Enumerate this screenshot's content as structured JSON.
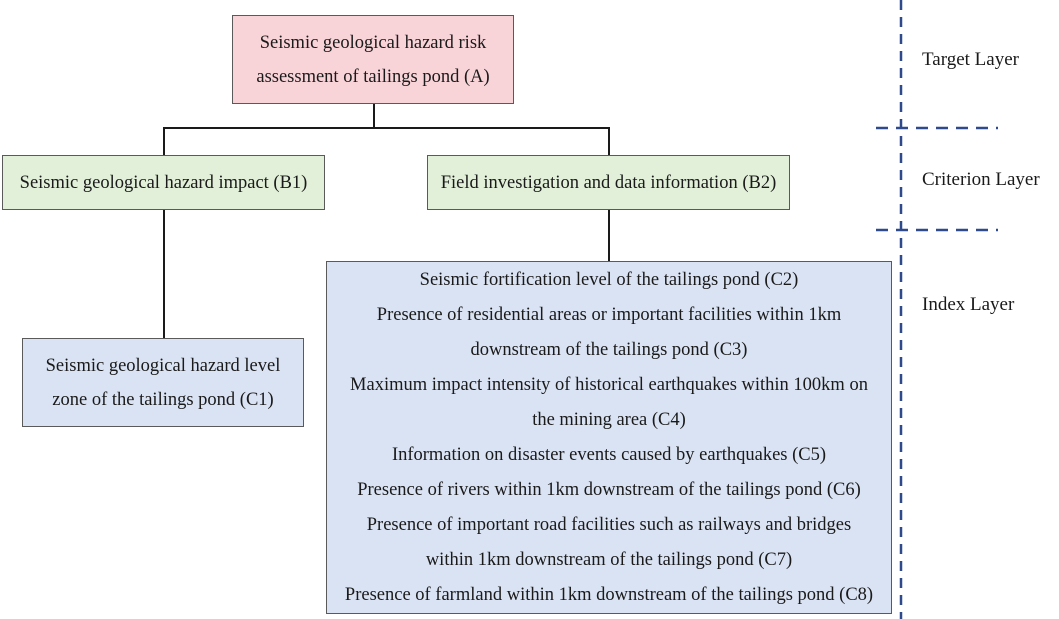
{
  "target": {
    "lines": [
      "Seismic geological hazard risk",
      "assessment of tailings pond (A)"
    ]
  },
  "criteria": {
    "b1": "Seismic geological hazard impact (B1)",
    "b2": "Field investigation and data information (B2)"
  },
  "indices": {
    "c1_lines": [
      "Seismic geological hazard level",
      "zone of the tailings pond (C1)"
    ],
    "index_lines": [
      "Seismic fortification level of the tailings pond (C2)",
      "Presence of residential areas or important facilities within 1km",
      "downstream of the tailings pond (C3)",
      "Maximum impact intensity of historical earthquakes within 100km on",
      "the mining area (C4)",
      "Information on disaster events caused by earthquakes (C5)",
      "Presence of rivers within 1km downstream of the tailings pond (C6)",
      "Presence of important road facilities such as railways and bridges",
      "within 1km downstream of the tailings pond (C7)",
      "Presence of farmland within 1km downstream of the tailings pond (C8)"
    ]
  },
  "layers": {
    "target": "Target Layer",
    "criterion": "Criterion Layer",
    "index": "Index Layer"
  },
  "colors": {
    "target_fill": "#f8d3d8",
    "criterion_fill": "#e2f0d9",
    "index_fill": "#dae3f3",
    "divider": "#2e4a8c"
  }
}
